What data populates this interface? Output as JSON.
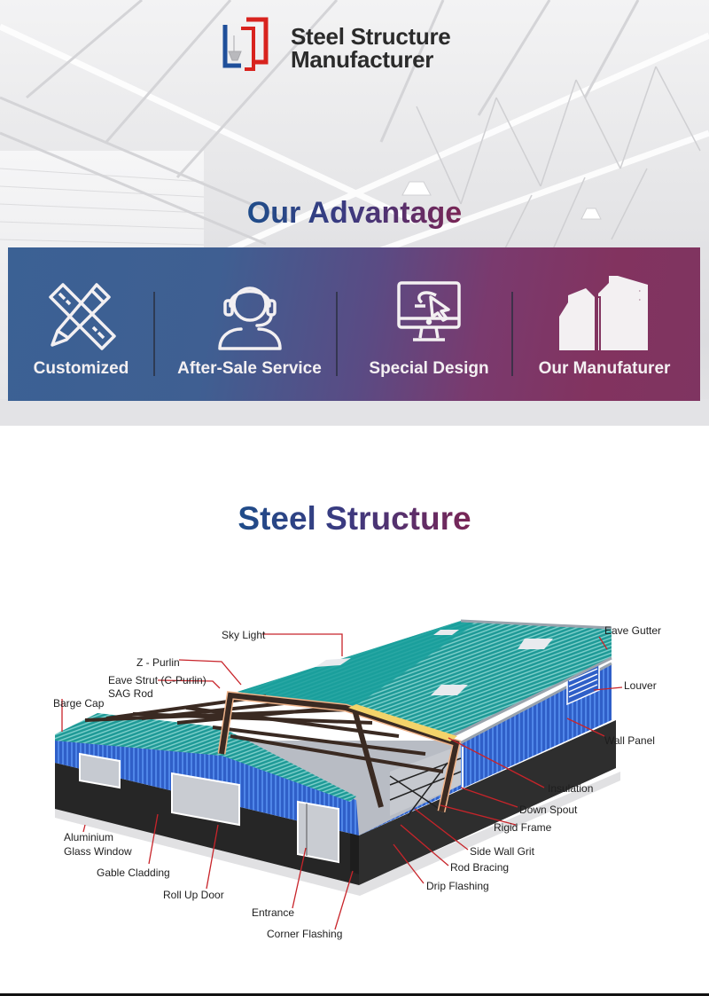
{
  "brand": {
    "name_line1": "Steel Structure",
    "name_line2": "Manufacturer",
    "logo_colors": {
      "blue": "#1f4f9a",
      "red": "#d8231e"
    }
  },
  "advantage": {
    "title": "Our Advantage",
    "items": [
      {
        "label": "Customized",
        "icon": "ruler-pencil-icon"
      },
      {
        "label": "After-Sale Service",
        "icon": "headset-support-icon"
      },
      {
        "label": "Special Design",
        "icon": "monitor-cursor-icon"
      },
      {
        "label": "Our Manufaturer",
        "icon": "factory-building-icon"
      }
    ],
    "band_gradient": [
      "#3b6194",
      "#82335f"
    ]
  },
  "steel_structure": {
    "title": "Steel Structure",
    "labels": {
      "sky_light": "Sky Light",
      "z_purlin": "Z - Purlin",
      "eave_strut": "Eave Strut (C-Purlin)",
      "sag_rod": "SAG Rod",
      "barge_cap": "Barge Cap",
      "eave_gutter": "Eave Gutter",
      "louver": "Louver",
      "wall_panel": "Wall Panel",
      "insulation": "Insulation",
      "down_spout": "Down Spout",
      "rigid_frame": "Rigid Frame",
      "side_wall_grit": "Side Wall Grit",
      "rod_bracing": "Rod Bracing",
      "drip_flashing": "Drip Flashing",
      "aluminium_1": "Aluminium",
      "aluminium_2": "Glass Window",
      "gable_cladding": "Gable Cladding",
      "roll_up_door": "Roll Up Door",
      "entrance": "Entrance",
      "corner_flashing": "Corner Flashing"
    },
    "colors": {
      "roof": "#1f9a97",
      "wall": "#2f5fc8",
      "base": "#2a2a2a",
      "frame": "#3a2a22",
      "insulation": "#f3d36a",
      "leader": "#c8242a"
    }
  }
}
